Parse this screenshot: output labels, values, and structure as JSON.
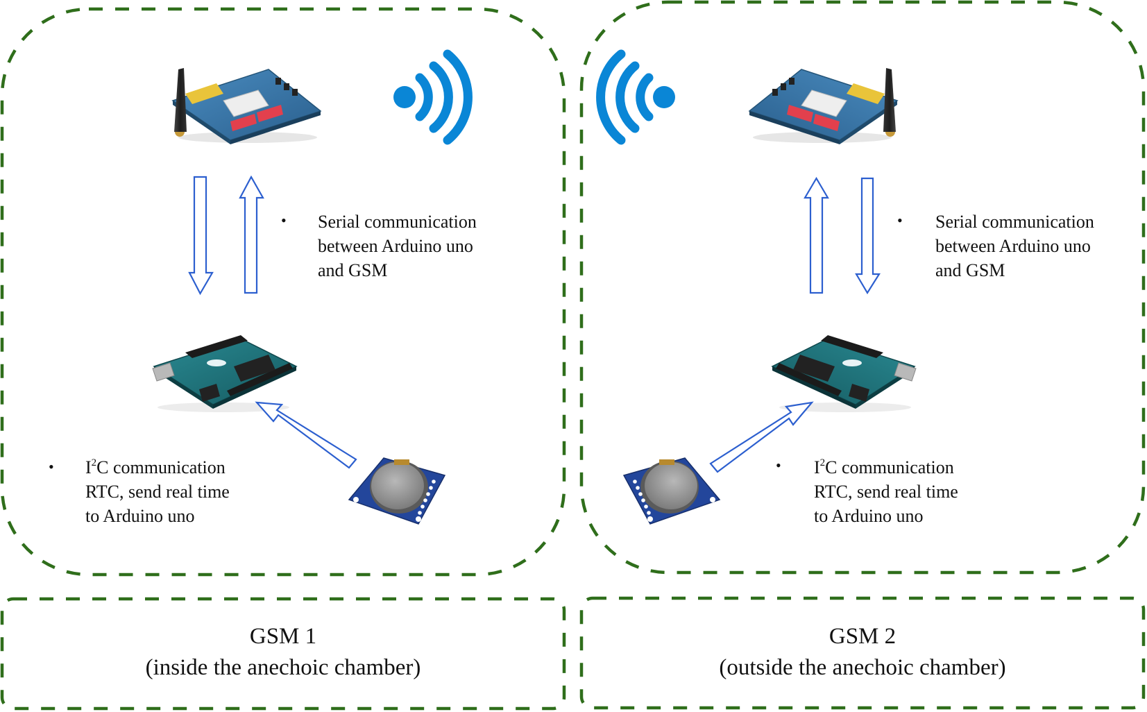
{
  "diagram": {
    "colors": {
      "frame": "#2f6e1b",
      "arrow": "#2c5fcf",
      "signal": "#0a86d6",
      "pcb_blue": "#2f6f9e",
      "pcb_teal": "#1c6b72",
      "rtc_blue": "#23469b",
      "battery": "#9a9a9a",
      "header_red": "#e2404d",
      "sim_yellow": "#e9c43a",
      "antenna": "#2b2b2b"
    },
    "left_panel": {
      "name": "GSM 1 node",
      "components": [
        "GSM module",
        "Arduino Uno",
        "RTC module"
      ],
      "signal_icon": "wireless-signal-right",
      "serial_note": {
        "bullet": "•",
        "lines": [
          "Serial communication",
          "between Arduino uno",
          "and GSM"
        ]
      },
      "i2c_note": {
        "bullet": "•",
        "line1_prefix": "I",
        "line1_sup": "2",
        "line1_rest": "C communication",
        "lines": [
          "RTC, send real time",
          "to Arduino uno"
        ]
      },
      "caption": {
        "title": "GSM 1",
        "subtitle": "(inside the anechoic chamber)"
      }
    },
    "right_panel": {
      "name": "GSM 2 node",
      "components": [
        "GSM module",
        "Arduino Uno",
        "RTC module"
      ],
      "signal_icon": "wireless-signal-left",
      "serial_note": {
        "bullet": "•",
        "lines": [
          "Serial communication",
          "between Arduino uno",
          "and GSM"
        ]
      },
      "i2c_note": {
        "bullet": "•",
        "line1_prefix": "I",
        "line1_sup": "2",
        "line1_rest": "C communication",
        "lines": [
          "RTC, send real time",
          "to Arduino uno"
        ]
      },
      "caption": {
        "title": "GSM 2",
        "subtitle": "(outside the anechoic chamber)"
      }
    }
  }
}
